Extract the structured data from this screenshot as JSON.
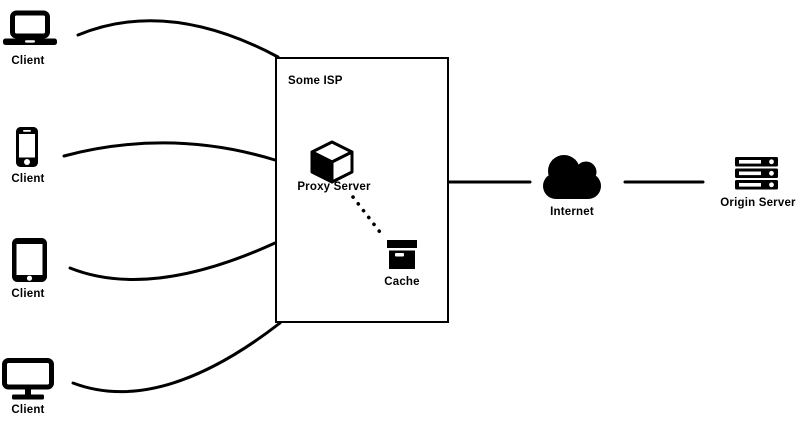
{
  "diagram_type": "network-proxy-diagram",
  "colors": {
    "ink": "#000000",
    "background": "#ffffff"
  },
  "clients": [
    {
      "label": "Client",
      "device": "laptop"
    },
    {
      "label": "Client",
      "device": "smartphone"
    },
    {
      "label": "Client",
      "device": "tablet"
    },
    {
      "label": "Client",
      "device": "desktop-monitor"
    }
  ],
  "isp": {
    "label": "Some ISP"
  },
  "proxy": {
    "label": "Proxy Server"
  },
  "cache": {
    "label": "Cache"
  },
  "internet": {
    "label": "Internet"
  },
  "origin": {
    "label": "Origin Server"
  }
}
